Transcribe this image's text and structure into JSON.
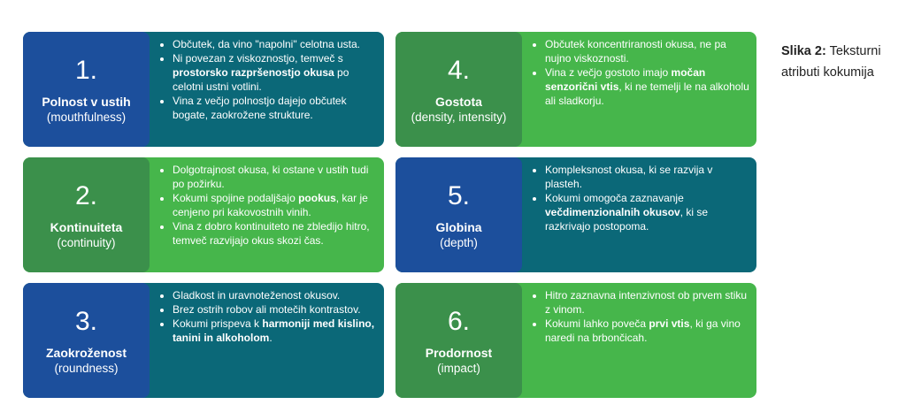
{
  "caption": {
    "label": "Slika 2:",
    "text": "Teksturni atributi kokumija"
  },
  "cards": [
    {
      "num": "1.",
      "name": "Polnost v ustih",
      "sub": "(mouthfulness)",
      "bullets": [
        [
          {
            "t": "Občutek, da vino \"napolni\" celotna usta."
          }
        ],
        [
          {
            "t": "Ni povezan z viskoznostjo, temveč s "
          },
          {
            "t": "prostorsko razpršenostjo okusa",
            "b": 1
          },
          {
            "t": " po celotni ustni votlini."
          }
        ],
        [
          {
            "t": "Vina z večjo polnostjo dajejo občutek bogate, zaokrožene strukture."
          }
        ]
      ]
    },
    {
      "num": "2.",
      "name": "Kontinuiteta",
      "sub": "(continuity)",
      "bullets": [
        [
          {
            "t": "Dolgotrajnost okusa, ki ostane v ustih tudi po požirku."
          }
        ],
        [
          {
            "t": "Kokumi spojine podaljšajo "
          },
          {
            "t": "pookus",
            "b": 1
          },
          {
            "t": ", kar je cenjeno pri kakovostnih vinih."
          }
        ],
        [
          {
            "t": "Vina z dobro kontinuiteto ne zbledijo hitro, temveč razvijajo okus skozi čas."
          }
        ]
      ]
    },
    {
      "num": "3.",
      "name": "Zaokroženost",
      "sub": "(roundness)",
      "bullets": [
        [
          {
            "t": "Gladkost in uravnoteženost okusov."
          }
        ],
        [
          {
            "t": "Brez ostrih robov ali motečih kontrastov."
          }
        ],
        [
          {
            "t": "Kokumi prispeva k "
          },
          {
            "t": "harmoniji med kislino, tanini in alkoholom",
            "b": 1
          },
          {
            "t": "."
          }
        ]
      ]
    },
    {
      "num": "4.",
      "name": "Gostota",
      "sub": "(density, intensity)",
      "bullets": [
        [
          {
            "t": "Občutek koncentriranosti okusa, ne pa nujno viskoznosti."
          }
        ],
        [
          {
            "t": "Vina z večjo gostoto imajo "
          },
          {
            "t": "močan senzorični vtis",
            "b": 1
          },
          {
            "t": ", ki ne temelji le na alkoholu ali sladkorju."
          }
        ]
      ]
    },
    {
      "num": "5.",
      "name": "Globina",
      "sub": "(depth)",
      "bullets": [
        [
          {
            "t": "Kompleksnost okusa, ki se razvija v plasteh."
          }
        ],
        [
          {
            "t": "Kokumi omogoča zaznavanje "
          },
          {
            "t": "večdimenzionalnih okusov",
            "b": 1
          },
          {
            "t": ", ki se razkrivajo postopoma."
          }
        ]
      ]
    },
    {
      "num": "6.",
      "name": "Prodornost",
      "sub": "(impact)",
      "bullets": [
        [
          {
            "t": "Hitro zaznavna intenzivnost ob prvem stiku z vinom."
          }
        ],
        [
          {
            "t": "Kokumi lahko poveča "
          },
          {
            "t": "prvi vtis",
            "b": 1
          },
          {
            "t": ", ki ga vino naredi na brbončicah."
          }
        ]
      ]
    }
  ],
  "colors": {
    "blue": "#1c4f9c",
    "teal": "#0b6878",
    "darkgreen": "#3b904b",
    "green": "#46b64b"
  }
}
